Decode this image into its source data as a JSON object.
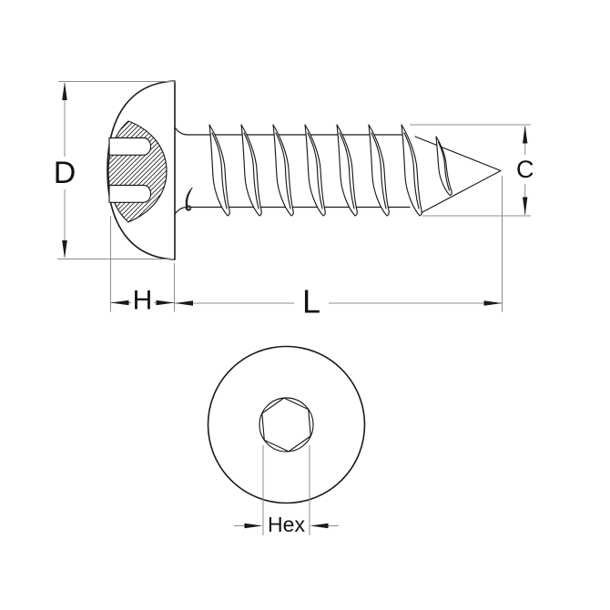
{
  "drawing": {
    "labels": {
      "head_diameter": "D",
      "head_height": "H",
      "length": "L",
      "point_diameter": "C",
      "socket_size": "Hex"
    },
    "colors": {
      "outline": "#1a1a1a",
      "dimension_lines": "#8c8c8c",
      "text": "#111111",
      "background": "#ffffff"
    }
  }
}
